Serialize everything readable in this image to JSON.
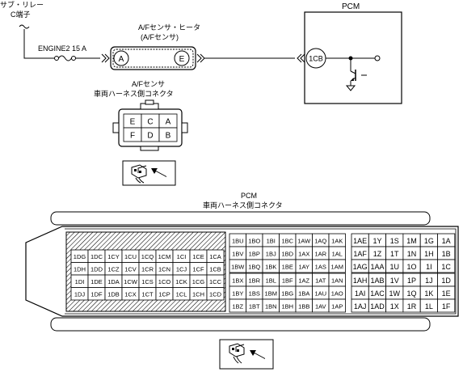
{
  "labels": {
    "relay_line1": "サブ・リレー",
    "relay_line2": "C端子",
    "fuse": "ENGINE2 15 A",
    "sensor_line1": "A/Fセンサ・ヒータ",
    "sensor_line2": "(A/Fセンサ)",
    "pcm": "PCM",
    "terminal_a": "A",
    "terminal_e": "E",
    "terminal_1cb": "1CB",
    "af_conn_line1": "A/Fセンサ",
    "af_conn_line2": "車両ハーネス側コネクタ",
    "pcm_conn_line1": "PCM",
    "pcm_conn_line2": "車両ハーネス側コネクタ"
  },
  "af_connector": {
    "pins": [
      [
        "E",
        "C",
        "A"
      ],
      [
        "F",
        "D",
        "B"
      ]
    ]
  },
  "pcm_connector": {
    "left_block": [
      [
        "1DG",
        "1DC",
        "1CY",
        "1CU",
        "1CQ",
        "1CM",
        "1CI",
        "1CE",
        "1CA"
      ],
      [
        "1DH",
        "1DD",
        "1CZ",
        "1CV",
        "1CR",
        "1CN",
        "1CJ",
        "1CF",
        "1CB"
      ],
      [
        "1DI",
        "1DE",
        "1DA",
        "1CW",
        "1CS",
        "1CO",
        "1CK",
        "1CG",
        "1CC"
      ],
      [
        "1DJ",
        "1DF",
        "1DB",
        "1CX",
        "1CT",
        "1CP",
        "1CL",
        "1CH",
        "1CD"
      ]
    ],
    "middle_top": [
      [
        "1BU",
        "1BO",
        "1BI",
        "1BC",
        "1AW",
        "1AQ",
        "1AK"
      ],
      [
        "1BV",
        "1BP",
        "1BJ",
        "1BD",
        "1AX",
        "1AR",
        "1AL"
      ],
      [
        "1BW",
        "1BQ",
        "1BK",
        "1BE",
        "1AY",
        "1AS",
        "1AM"
      ]
    ],
    "middle_bottom": [
      [
        "1BX",
        "1BR",
        "1BL",
        "1BF",
        "1AZ",
        "1AT",
        "1AN"
      ],
      [
        "1BY",
        "1BS",
        "1BM",
        "1BG",
        "1BA",
        "1AU",
        "1AO"
      ],
      [
        "1BZ",
        "1BT",
        "1BN",
        "1BH",
        "1BB",
        "1AV",
        "1AP"
      ]
    ],
    "right_top": [
      [
        "1AE",
        "1Y",
        "1S",
        "1M",
        "1G",
        "1A"
      ],
      [
        "1AF",
        "1Z",
        "1T",
        "1N",
        "1H",
        "1B"
      ],
      [
        "1AG",
        "1AA",
        "1U",
        "1O",
        "1I",
        "1C"
      ]
    ],
    "right_bottom": [
      [
        "1AH",
        "1AB",
        "1V",
        "1P",
        "1J",
        "1D"
      ],
      [
        "1AI",
        "1AC",
        "1W",
        "1Q",
        "1K",
        "1E"
      ],
      [
        "1AJ",
        "1AD",
        "1X",
        "1R",
        "1L",
        "1F"
      ]
    ]
  }
}
